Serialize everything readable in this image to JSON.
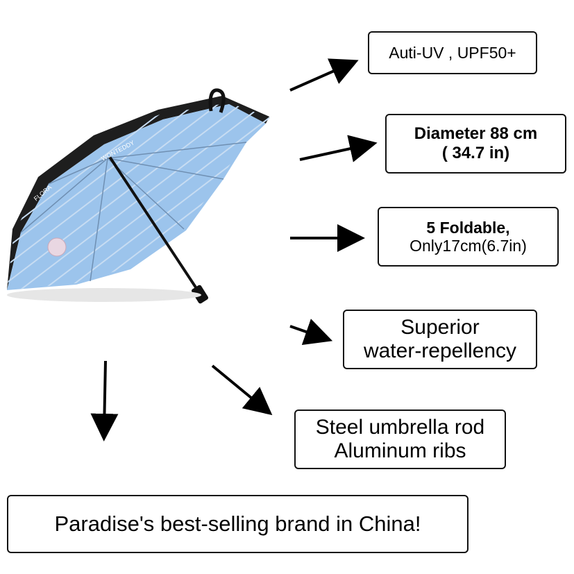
{
  "features": {
    "uv": {
      "line1": "Auti-UV , UPF50+"
    },
    "diameter": {
      "line1": "Diameter  88  cm",
      "line2": "( 34.7  in)"
    },
    "foldable": {
      "line1": "5 Foldable,",
      "line2": "Only17cm(6.7in)"
    },
    "water": {
      "line1": "Superior",
      "line2": "water-repellency"
    },
    "steel": {
      "line1": "Steel umbrella rod",
      "line2": "Aluminum ribs"
    }
  },
  "brand": {
    "text": "Paradise's best-selling brand in China!"
  },
  "umbrella": {
    "trim_labels": [
      "FLORA",
      "WONTEDDY"
    ],
    "colors": {
      "canopy": "#9cc4ec",
      "trim": "#1e1e1e",
      "stripe": "#c7dcf2"
    }
  }
}
